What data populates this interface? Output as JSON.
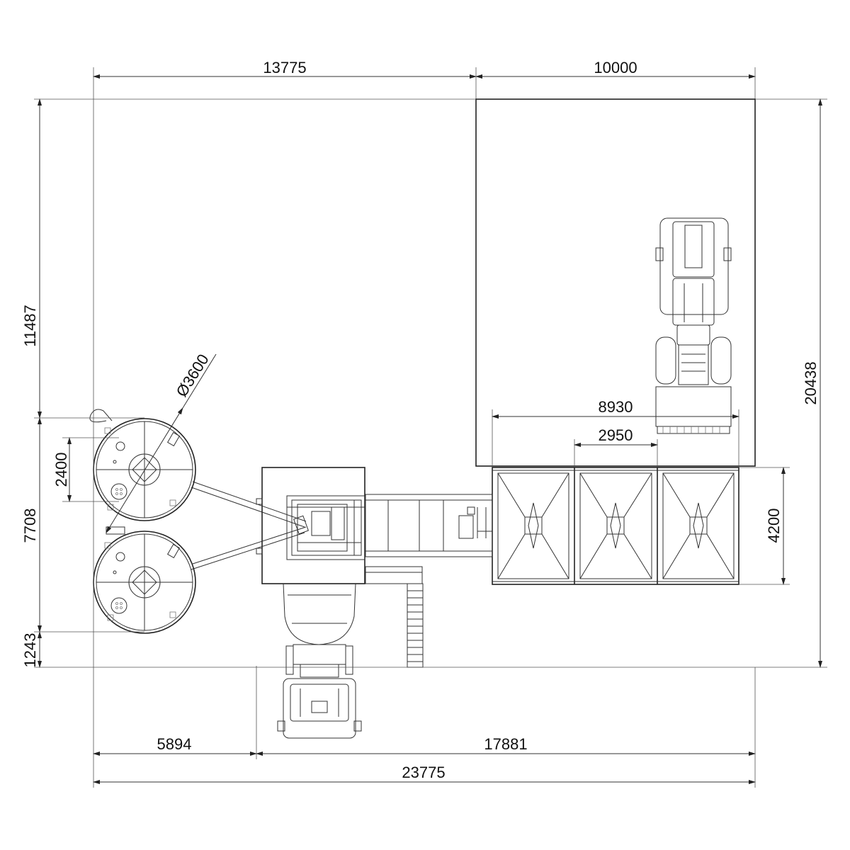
{
  "dimensions": {
    "top_left": "13775",
    "top_right": "10000",
    "bin_total": "8930",
    "bin_single": "2950",
    "right_total": "20438",
    "bin_depth": "4200",
    "left_upper": "11487",
    "left_middle": "7708",
    "left_lower": "1243",
    "silo_spacing": "2400",
    "silo_diameter": "Ø3600",
    "bottom_left": "5894",
    "bottom_right": "17881",
    "bottom_total": "23775"
  }
}
